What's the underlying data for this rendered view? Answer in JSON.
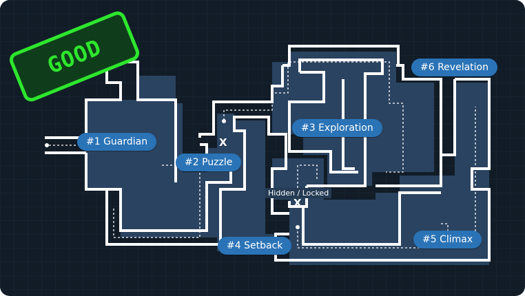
{
  "stamp": {
    "text": "GOOD",
    "color": "#2ee62e"
  },
  "rooms": [
    {
      "label": "#1 Guardian"
    },
    {
      "label": "#2 Puzzle"
    },
    {
      "label": "#3 Exploration"
    },
    {
      "label": "#4 Setback"
    },
    {
      "label": "#5 Climax"
    },
    {
      "label": "#6 Revelation"
    }
  ],
  "hidden_passage": {
    "label": "Hidden / Locked",
    "marker": "X"
  },
  "puzzle_gate": {
    "marker": "X"
  },
  "colors": {
    "background": "#111c27",
    "room_fill": "#2a4360",
    "walls": "#ffffff",
    "label_bg": "#2a73b6"
  }
}
